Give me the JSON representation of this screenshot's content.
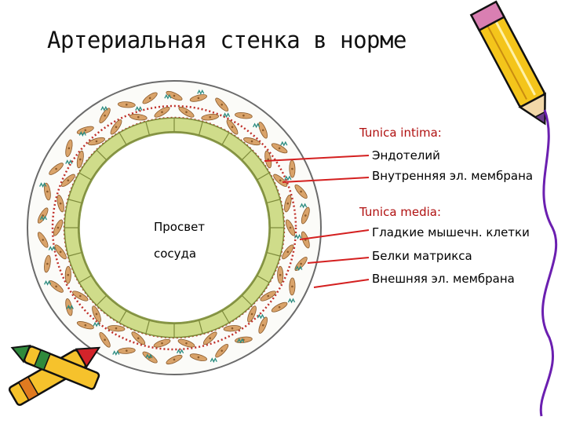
{
  "title": "Артериальная стенка в норме",
  "lumen_label_line1": "Просвет",
  "lumen_label_line2": "сосуда",
  "intima": {
    "header": "Tunica intima:",
    "layers": [
      "Эндотелий",
      "Внутренняя эл. мембрана"
    ]
  },
  "media": {
    "header": "Tunica media:",
    "layers": [
      "Гладкие мышечн. клетки",
      "Белки матрикса",
      "Внешняя эл. мембрана"
    ]
  },
  "colors": {
    "pointer_lines": "#d42020",
    "membrane_dots": "#c0302a",
    "endothelium": "#cfdc8a",
    "smooth_muscle": "#d9a36a",
    "matrix": "#2a8c80",
    "wall_outline": "#6b6b6b"
  },
  "icons": [
    "pencil-icon",
    "crayon-icon",
    "crayon-icon"
  ]
}
